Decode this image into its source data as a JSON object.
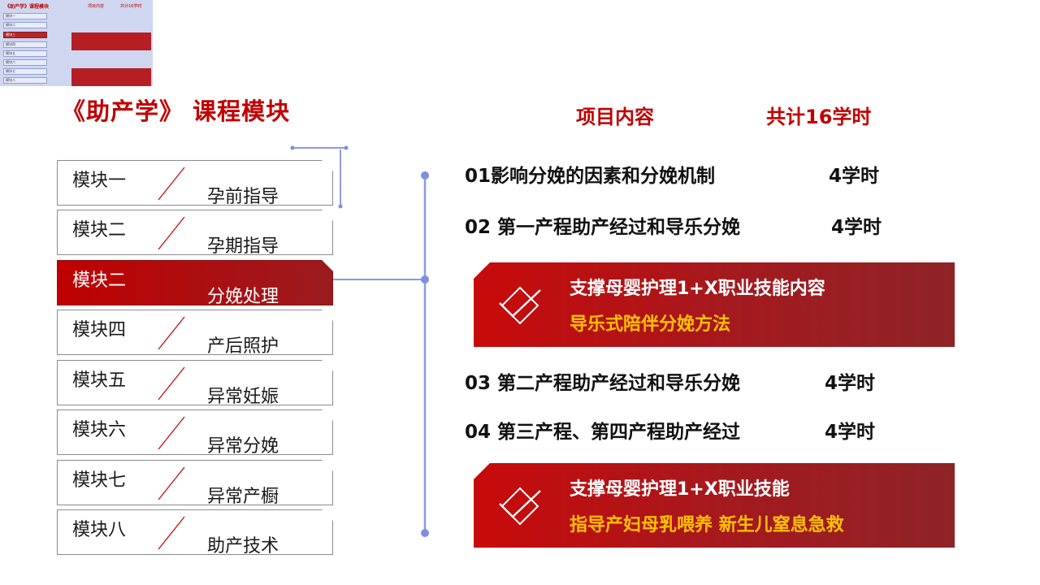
{
  "thumbnail": {
    "title": "《助产学》课程模块",
    "header_content": "项目内容",
    "header_total": "共计16学时",
    "modules": [
      {
        "num": "模块一",
        "name": "孕前指导"
      },
      {
        "num": "模块二",
        "name": "孕期指导"
      },
      {
        "num": "模块三",
        "name": "分娩处理"
      },
      {
        "num": "模块四",
        "name": "产后照护"
      },
      {
        "num": "模块五",
        "name": "异常妊娠"
      },
      {
        "num": "模块六",
        "name": "异常分娩"
      },
      {
        "num": "模块七",
        "name": "异常产褥"
      },
      {
        "num": "模块八",
        "name": "助产技术"
      }
    ]
  },
  "title": "《助产学》 课程模块",
  "headers": {
    "content": "项目内容",
    "total": "共计16学时"
  },
  "modules": [
    {
      "num": "模块一",
      "name": "孕前指导",
      "active": false
    },
    {
      "num": "模块二",
      "name": "孕期指导",
      "active": false
    },
    {
      "num": "模块二",
      "name": "分娩处理",
      "active": true
    },
    {
      "num": "模块四",
      "name": "产后照护",
      "active": false
    },
    {
      "num": "模块五",
      "name": "异常妊娠",
      "active": false
    },
    {
      "num": "模块六",
      "name": "异常分娩",
      "active": false
    },
    {
      "num": "模块七",
      "name": "异常产橱",
      "active": false
    },
    {
      "num": "模块八",
      "name": "助产技术",
      "active": false
    }
  ],
  "items": [
    {
      "label": "01影响分娩的因素和分娩机制",
      "hours": "4学时"
    },
    {
      "label": "02 第一产程助产经过和导乐分娩",
      "hours": "4学时"
    },
    {
      "label": "03 第二产程助产经过和导乐分娩",
      "hours": "4学时"
    },
    {
      "label": "04 第三产程、第四产程助产经过",
      "hours": "4学时"
    }
  ],
  "xboxes": [
    {
      "line1": "支撑母婴护理1+X职业技能内容",
      "line2": "导乐式陪伴分娩方法"
    },
    {
      "line1": "支撑母婴护理1+X职业技能",
      "line2": "指导产妇母乳喂养   新生儿窒息急救"
    }
  ],
  "colors": {
    "accent": "#c00000",
    "highlight": "#ffc000",
    "connector": "#7f8fe0"
  },
  "icons": [
    "check-icon",
    "slash-divider"
  ]
}
